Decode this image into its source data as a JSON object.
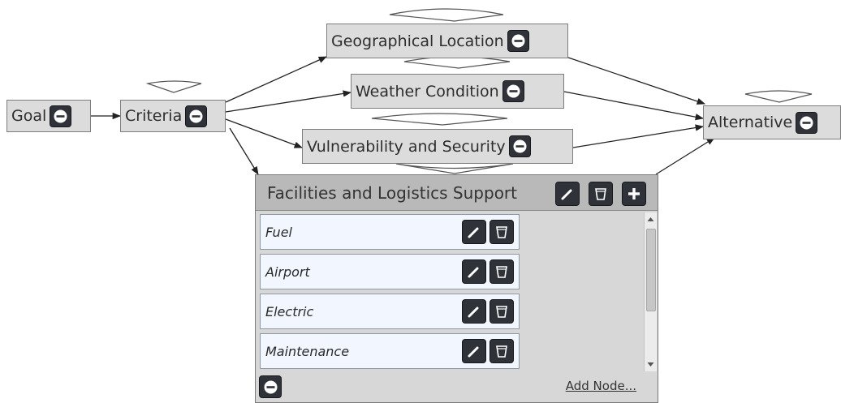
{
  "colors": {
    "node_fill": "#dcdcdc",
    "node_border": "#7d7d7d",
    "icon_button": "#2f3238",
    "panel_header": "#b9b9b9",
    "row_fill": "#f2f7ff",
    "edge": "#222222"
  },
  "nodes": {
    "goal": {
      "label": "Goal",
      "button_icon": "minus-circle-icon"
    },
    "criteria": {
      "label": "Criteria",
      "button_icon": "minus-circle-icon"
    },
    "geographical_location": {
      "label": "Geographical Location",
      "button_icon": "minus-circle-icon"
    },
    "weather_condition": {
      "label": "Weather Condition",
      "button_icon": "minus-circle-icon"
    },
    "vulnerability_security": {
      "label": "Vulnerability and Security",
      "button_icon": "minus-circle-icon"
    },
    "alternative": {
      "label": "Alternative",
      "button_icon": "minus-circle-icon"
    }
  },
  "edges": [
    [
      "goal",
      "criteria"
    ],
    [
      "criteria",
      "geographical_location"
    ],
    [
      "criteria",
      "weather_condition"
    ],
    [
      "criteria",
      "vulnerability_security"
    ],
    [
      "criteria",
      "facilities_panel"
    ],
    [
      "geographical_location",
      "alternative"
    ],
    [
      "weather_condition",
      "alternative"
    ],
    [
      "vulnerability_security",
      "alternative"
    ],
    [
      "facilities_panel",
      "alternative"
    ]
  ],
  "panel": {
    "title": "Facilities and Logistics Support",
    "header_icons": [
      "pencil-icon",
      "trash-icon",
      "plus-icon"
    ],
    "items": [
      {
        "label": "Fuel"
      },
      {
        "label": "Airport"
      },
      {
        "label": "Electric"
      },
      {
        "label": "Maintenance"
      }
    ],
    "footer_icon": "minus-circle-icon",
    "add_node_label": "Add Node..."
  }
}
